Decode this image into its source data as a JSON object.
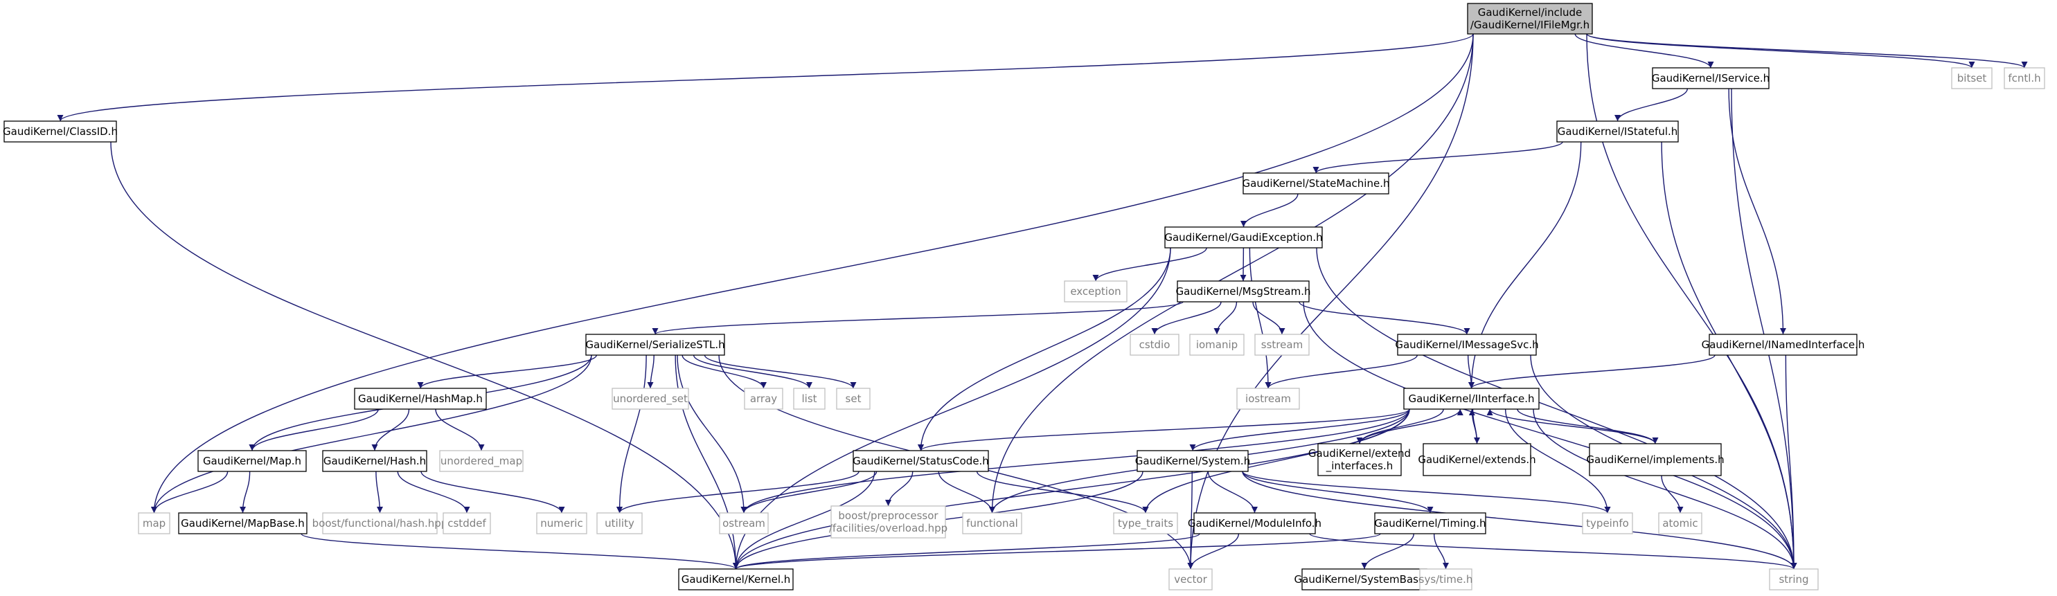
{
  "diagram": {
    "type": "include-dependency-graph",
    "root": "GaudiKernel/include/GaudiKernel/IFileMgr.h",
    "colors": {
      "edge": "#191970",
      "root_fill": "#bfbfbf",
      "node_border": "#000000",
      "external_border": "#bfbfbf",
      "external_text": "#7f7f7f",
      "node_text": "#000000"
    },
    "nodes": [
      {
        "id": "ifilemgr",
        "lines": [
          "GaudiKernel/include",
          "/GaudiKernel/IFileMgr.h"
        ],
        "kind": "root"
      },
      {
        "id": "classid",
        "lines": [
          "GaudiKernel/ClassID.h"
        ],
        "kind": "header"
      },
      {
        "id": "kernel",
        "lines": [
          "GaudiKernel/Kernel.h"
        ],
        "kind": "header"
      },
      {
        "id": "map",
        "lines": [
          "map"
        ],
        "kind": "external"
      },
      {
        "id": "vector",
        "lines": [
          "vector"
        ],
        "kind": "external"
      },
      {
        "id": "functional",
        "lines": [
          "functional"
        ],
        "kind": "external"
      },
      {
        "id": "iservice",
        "lines": [
          "GaudiKernel/IService.h"
        ],
        "kind": "header"
      },
      {
        "id": "bitset",
        "lines": [
          "bitset"
        ],
        "kind": "external"
      },
      {
        "id": "fcntl",
        "lines": [
          "fcntl.h"
        ],
        "kind": "external"
      },
      {
        "id": "string",
        "lines": [
          "string"
        ],
        "kind": "external"
      },
      {
        "id": "istateful",
        "lines": [
          "GaudiKernel/IStateful.h"
        ],
        "kind": "header"
      },
      {
        "id": "inamed",
        "lines": [
          "GaudiKernel/INamedInterface.h"
        ],
        "kind": "header"
      },
      {
        "id": "statemachine",
        "lines": [
          "GaudiKernel/StateMachine.h"
        ],
        "kind": "header"
      },
      {
        "id": "gaudiexc",
        "lines": [
          "GaudiKernel/GaudiException.h"
        ],
        "kind": "header"
      },
      {
        "id": "exception",
        "lines": [
          "exception"
        ],
        "kind": "external"
      },
      {
        "id": "msgstream",
        "lines": [
          "GaudiKernel/MsgStream.h"
        ],
        "kind": "header"
      },
      {
        "id": "serializestl",
        "lines": [
          "GaudiKernel/SerializeSTL.h"
        ],
        "kind": "header"
      },
      {
        "id": "cstdio",
        "lines": [
          "cstdio"
        ],
        "kind": "external"
      },
      {
        "id": "iomanip",
        "lines": [
          "iomanip"
        ],
        "kind": "external"
      },
      {
        "id": "sstream",
        "lines": [
          "sstream"
        ],
        "kind": "external"
      },
      {
        "id": "imessagesvc",
        "lines": [
          "GaudiKernel/IMessageSvc.h"
        ],
        "kind": "header"
      },
      {
        "id": "iostream",
        "lines": [
          "iostream"
        ],
        "kind": "external"
      },
      {
        "id": "unordered_set",
        "lines": [
          "unordered_set"
        ],
        "kind": "external"
      },
      {
        "id": "array",
        "lines": [
          "array"
        ],
        "kind": "external"
      },
      {
        "id": "list",
        "lines": [
          "list"
        ],
        "kind": "external"
      },
      {
        "id": "set",
        "lines": [
          "set"
        ],
        "kind": "external"
      },
      {
        "id": "hashmap",
        "lines": [
          "GaudiKernel/HashMap.h"
        ],
        "kind": "header"
      },
      {
        "id": "iinterface",
        "lines": [
          "GaudiKernel/IInterface.h"
        ],
        "kind": "header"
      },
      {
        "id": "mapH",
        "lines": [
          "GaudiKernel/Map.h"
        ],
        "kind": "header"
      },
      {
        "id": "hash",
        "lines": [
          "GaudiKernel/Hash.h"
        ],
        "kind": "header"
      },
      {
        "id": "unordered_map",
        "lines": [
          "unordered_map"
        ],
        "kind": "external"
      },
      {
        "id": "statuscode",
        "lines": [
          "GaudiKernel/StatusCode.h"
        ],
        "kind": "header"
      },
      {
        "id": "system",
        "lines": [
          "GaudiKernel/System.h"
        ],
        "kind": "header"
      },
      {
        "id": "extend_if",
        "lines": [
          "GaudiKernel/extend",
          "_interfaces.h"
        ],
        "kind": "header"
      },
      {
        "id": "extends",
        "lines": [
          "GaudiKernel/extends.h"
        ],
        "kind": "header"
      },
      {
        "id": "implements",
        "lines": [
          "GaudiKernel/implements.h"
        ],
        "kind": "header"
      },
      {
        "id": "mapbase",
        "lines": [
          "GaudiKernel/MapBase.h"
        ],
        "kind": "header"
      },
      {
        "id": "boosthash",
        "lines": [
          "boost/functional/hash.hpp"
        ],
        "kind": "external"
      },
      {
        "id": "cstddef",
        "lines": [
          "cstddef"
        ],
        "kind": "external"
      },
      {
        "id": "numeric",
        "lines": [
          "numeric"
        ],
        "kind": "external"
      },
      {
        "id": "utility",
        "lines": [
          "utility"
        ],
        "kind": "external"
      },
      {
        "id": "ostream",
        "lines": [
          "ostream"
        ],
        "kind": "external"
      },
      {
        "id": "boostpp",
        "lines": [
          "boost/preprocessor",
          "/facilities/overload.hpp"
        ],
        "kind": "external"
      },
      {
        "id": "type_traits",
        "lines": [
          "type_traits"
        ],
        "kind": "external"
      },
      {
        "id": "typeinfo",
        "lines": [
          "typeinfo"
        ],
        "kind": "external"
      },
      {
        "id": "atomic",
        "lines": [
          "atomic"
        ],
        "kind": "external"
      },
      {
        "id": "moduleinfo",
        "lines": [
          "GaudiKernel/ModuleInfo.h"
        ],
        "kind": "header"
      },
      {
        "id": "timing",
        "lines": [
          "GaudiKernel/Timing.h"
        ],
        "kind": "header"
      },
      {
        "id": "systembase",
        "lines": [
          "GaudiKernel/SystemBase.h"
        ],
        "kind": "header"
      },
      {
        "id": "systime",
        "lines": [
          "sys/time.h"
        ],
        "kind": "external"
      }
    ],
    "edges": [
      [
        "ifilemgr",
        "classid"
      ],
      [
        "ifilemgr",
        "map"
      ],
      [
        "ifilemgr",
        "vector"
      ],
      [
        "ifilemgr",
        "functional"
      ],
      [
        "ifilemgr",
        "iservice"
      ],
      [
        "ifilemgr",
        "bitset"
      ],
      [
        "ifilemgr",
        "fcntl"
      ],
      [
        "ifilemgr",
        "string"
      ],
      [
        "classid",
        "kernel"
      ],
      [
        "iservice",
        "istateful"
      ],
      [
        "iservice",
        "inamed"
      ],
      [
        "iservice",
        "string"
      ],
      [
        "istateful",
        "statemachine"
      ],
      [
        "istateful",
        "iinterface"
      ],
      [
        "istateful",
        "string"
      ],
      [
        "statemachine",
        "gaudiexc"
      ],
      [
        "gaudiexc",
        "kernel"
      ],
      [
        "gaudiexc",
        "exception"
      ],
      [
        "gaudiexc",
        "msgstream"
      ],
      [
        "gaudiexc",
        "statuscode"
      ],
      [
        "gaudiexc",
        "iostream"
      ],
      [
        "gaudiexc",
        "string"
      ],
      [
        "msgstream",
        "serializestl"
      ],
      [
        "msgstream",
        "cstdio"
      ],
      [
        "msgstream",
        "iomanip"
      ],
      [
        "msgstream",
        "sstream"
      ],
      [
        "msgstream",
        "imessagesvc"
      ],
      [
        "msgstream",
        "string"
      ],
      [
        "imessagesvc",
        "iinterface"
      ],
      [
        "imessagesvc",
        "iostream"
      ],
      [
        "imessagesvc",
        "string"
      ],
      [
        "inamed",
        "iinterface"
      ],
      [
        "inamed",
        "string"
      ],
      [
        "serializestl",
        "map"
      ],
      [
        "serializestl",
        "mapH"
      ],
      [
        "serializestl",
        "hashmap"
      ],
      [
        "serializestl",
        "unordered_set"
      ],
      [
        "serializestl",
        "array"
      ],
      [
        "serializestl",
        "list"
      ],
      [
        "serializestl",
        "set"
      ],
      [
        "serializestl",
        "utility"
      ],
      [
        "serializestl",
        "ostream"
      ],
      [
        "serializestl",
        "vector"
      ],
      [
        "serializestl",
        "kernel"
      ],
      [
        "hashmap",
        "mapH"
      ],
      [
        "hashmap",
        "hash"
      ],
      [
        "hashmap",
        "unordered_map"
      ],
      [
        "mapH",
        "map"
      ],
      [
        "mapH",
        "mapbase"
      ],
      [
        "hash",
        "boosthash"
      ],
      [
        "hash",
        "cstddef"
      ],
      [
        "hash",
        "numeric"
      ],
      [
        "mapbase",
        "kernel"
      ],
      [
        "iinterface",
        "kernel"
      ],
      [
        "iinterface",
        "ostream"
      ],
      [
        "iinterface",
        "statuscode"
      ],
      [
        "iinterface",
        "system"
      ],
      [
        "iinterface",
        "extend_if"
      ],
      [
        "iinterface",
        "extends"
      ],
      [
        "iinterface",
        "implements"
      ],
      [
        "iinterface",
        "type_traits"
      ],
      [
        "iinterface",
        "typeinfo"
      ],
      [
        "iinterface",
        "string"
      ],
      [
        "iinterface",
        "functional"
      ],
      [
        "extend_if",
        "iinterface"
      ],
      [
        "extends",
        "iinterface"
      ],
      [
        "implements",
        "iinterface"
      ],
      [
        "implements",
        "atomic"
      ],
      [
        "statuscode",
        "kernel"
      ],
      [
        "statuscode",
        "utility"
      ],
      [
        "statuscode",
        "ostream"
      ],
      [
        "statuscode",
        "boostpp"
      ],
      [
        "statuscode",
        "functional"
      ],
      [
        "statuscode",
        "type_traits"
      ],
      [
        "system",
        "kernel"
      ],
      [
        "system",
        "moduleinfo"
      ],
      [
        "system",
        "timing"
      ],
      [
        "system",
        "vector"
      ],
      [
        "system",
        "typeinfo"
      ],
      [
        "system",
        "string"
      ],
      [
        "moduleinfo",
        "kernel"
      ],
      [
        "moduleinfo",
        "vector"
      ],
      [
        "moduleinfo",
        "string"
      ],
      [
        "timing",
        "kernel"
      ],
      [
        "timing",
        "systembase"
      ],
      [
        "timing",
        "systime"
      ]
    ]
  }
}
